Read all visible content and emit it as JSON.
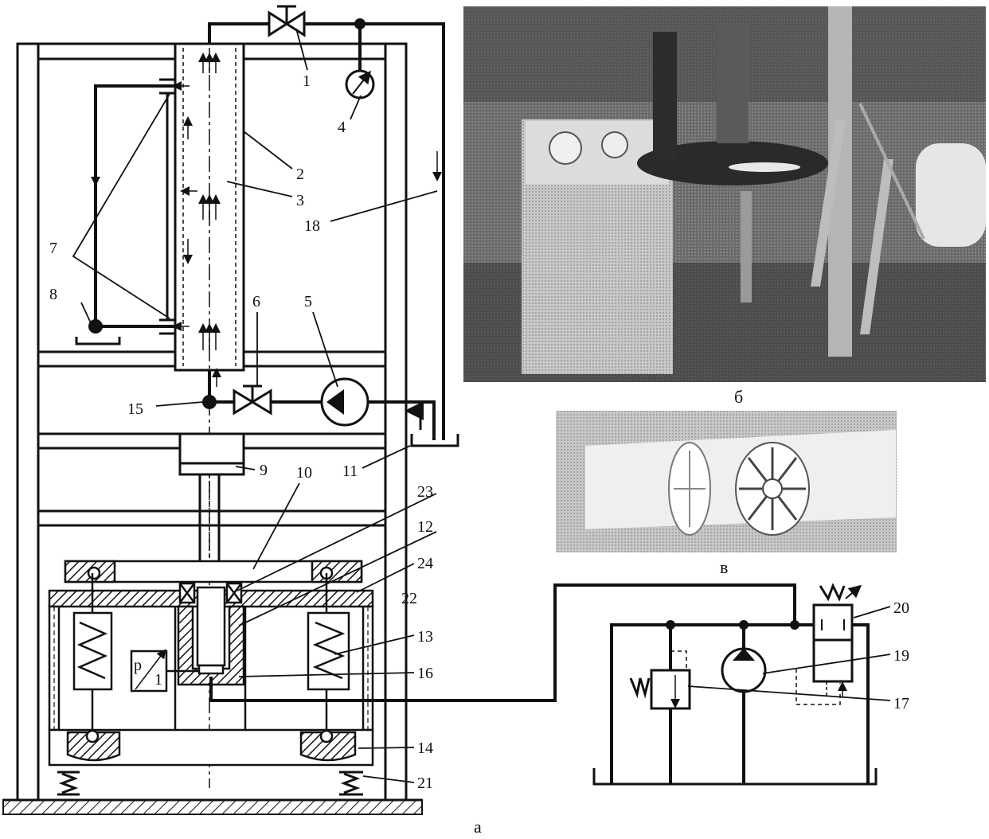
{
  "labels": {
    "n1": "1",
    "n2": "2",
    "n3": "3",
    "n4": "4",
    "n5": "5",
    "n6": "6",
    "n7": "7",
    "n8": "8",
    "n9": "9",
    "n10": "10",
    "n11": "11",
    "n12": "12",
    "n13": "13",
    "n14": "14",
    "n15": "15",
    "n16": "16",
    "n17": "17",
    "n18": "18",
    "n19": "19",
    "n20": "20",
    "n21": "21",
    "n22": "22",
    "n23": "23",
    "n24": "24"
  },
  "gauge_symbol": {
    "p": "p",
    "one": "1"
  },
  "captions": {
    "a": "а",
    "b": "б",
    "v": "в"
  },
  "colors": {
    "ink": "#111111",
    "photo_dark": "#3a3a3a",
    "photo_mid": "#8a8a8a",
    "photo_light": "#d8d8d8"
  },
  "photos": [
    "test-rig-photo",
    "filter-element-photo"
  ]
}
